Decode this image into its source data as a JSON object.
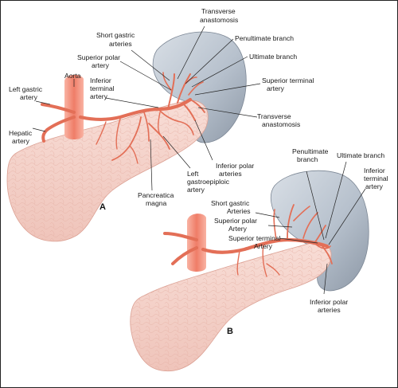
{
  "panels": {
    "a": {
      "letter": "A",
      "labels": {
        "aorta": "Aorta",
        "left_gastric_1": "Left gastric",
        "left_gastric_2": "artery",
        "hepatic_1": "Hepatic",
        "hepatic_2": "artery",
        "short_gastric_1": "Short gastric",
        "short_gastric_2": "arteries",
        "superior_polar_1": "Superior polar",
        "superior_polar_2": "artery",
        "inferior_terminal_1": "Inferior",
        "inferior_terminal_2": "terminal",
        "inferior_terminal_3": "artery",
        "transverse_top_1": "Transverse",
        "transverse_top_2": "anastomosis",
        "penultimate": "Penultimate branch",
        "ultimate": "Ultimate branch",
        "superior_terminal_1": "Superior terminal",
        "superior_terminal_2": "artery",
        "transverse_bottom_1": "Transverse",
        "transverse_bottom_2": "anastomosis",
        "inferior_polar_1": "Inferior polar",
        "inferior_polar_2": "arteries",
        "left_gastroepiploic_1": "Left",
        "left_gastroepiploic_2": "gastroepiploic",
        "left_gastroepiploic_3": "artery",
        "pancreatica_1": "Pancreatica",
        "pancreatica_2": "magna"
      }
    },
    "b": {
      "letter": "B",
      "labels": {
        "penultimate_1": "Penultimate",
        "penultimate_2": "branch",
        "ultimate": "Ultimate branch",
        "inferior_terminal_1": "Inferior",
        "inferior_terminal_2": "terminal",
        "inferior_terminal_3": "artery",
        "short_gastric_1": "Short gastric",
        "short_gastric_2": "Arteries",
        "superior_polar_1": "Superior polar",
        "superior_polar_2": "Artery",
        "superior_terminal_1": "Superior terminal",
        "superior_terminal_2": "Artery",
        "inferior_polar_1": "Inferior polar",
        "inferior_polar_2": "arteries"
      }
    }
  },
  "colors": {
    "pancreas": "#f6d6cf",
    "artery": "#e36f57",
    "aorta": "#ef7d68",
    "spleen": "#b7c1cd"
  }
}
